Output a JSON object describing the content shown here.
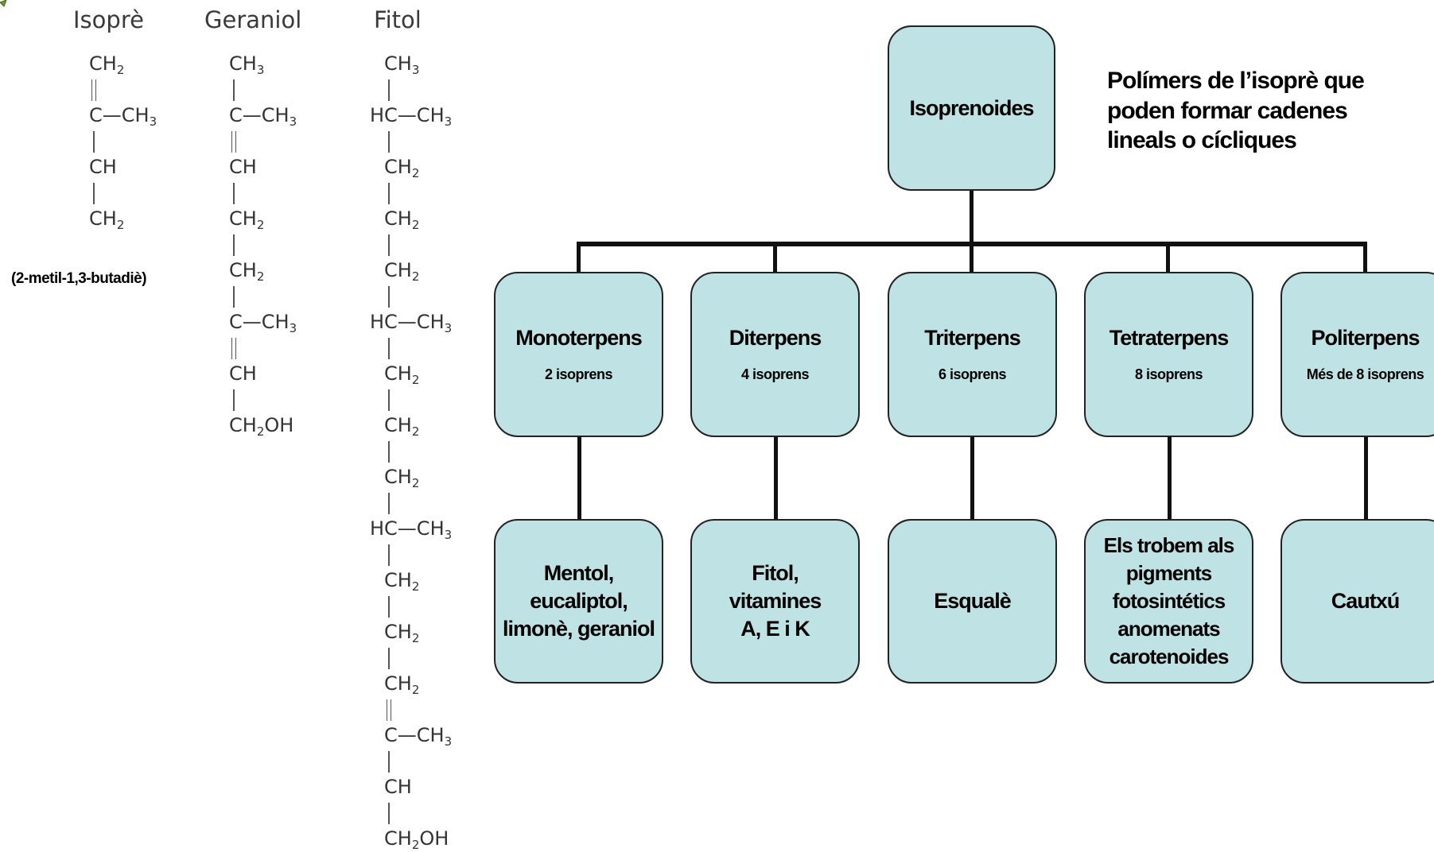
{
  "formulas": {
    "isopre": {
      "title": "Isoprè",
      "rows": [
        "CH2",
        "C—CH3",
        "CH",
        "CH2"
      ],
      "bonds": [
        "double",
        "single",
        "single"
      ],
      "subtitle": "(2-metil-1,3-butadiè)"
    },
    "geraniol": {
      "title": "Geraniol",
      "rows": [
        "CH3",
        "C—CH3",
        "CH",
        "CH2",
        "CH2",
        "C—CH3",
        "CH",
        "CH2OH"
      ],
      "bonds": [
        "single",
        "double",
        "single",
        "single",
        "single",
        "double",
        "single"
      ]
    },
    "fitol": {
      "title": "Fitol",
      "rows": [
        "CH3",
        "HC—CH3",
        "CH2",
        "CH2",
        "CH2",
        "HC—CH3",
        "CH2",
        "CH2",
        "CH2",
        "HC—CH3",
        "CH2",
        "CH2",
        "CH2",
        "C—CH3",
        "CH",
        "CH2OH"
      ],
      "bonds": [
        "single",
        "single",
        "single",
        "single",
        "single",
        "single",
        "single",
        "single",
        "single",
        "single",
        "single",
        "single",
        "double",
        "single",
        "single"
      ]
    }
  },
  "chart": {
    "root": {
      "label": "Isoprenoides",
      "description": "Polímers de l’isoprè que poden formar cadenes lineals o cícliques"
    },
    "categories": [
      {
        "name": "Monoterpens",
        "count": "2 isoprens",
        "examples": [
          "Mentol,",
          "eucaliptol,",
          "limonè, geraniol"
        ]
      },
      {
        "name": "Diterpens",
        "count": "4 isoprens",
        "examples": [
          "Fitol,",
          "vitamines",
          "A, E i K"
        ]
      },
      {
        "name": "Triterpens",
        "count": "6 isoprens",
        "examples": [
          "Esqualè"
        ]
      },
      {
        "name": "Tetraterpens",
        "count": "8 isoprens",
        "examples": [
          "Els trobem als",
          "pigments",
          "fotosintétics",
          "anomenats",
          "carotenoides"
        ]
      },
      {
        "name": "Politerpens",
        "count": "Més de 8 isoprens",
        "examples": [
          "Cautxú"
        ]
      }
    ]
  }
}
